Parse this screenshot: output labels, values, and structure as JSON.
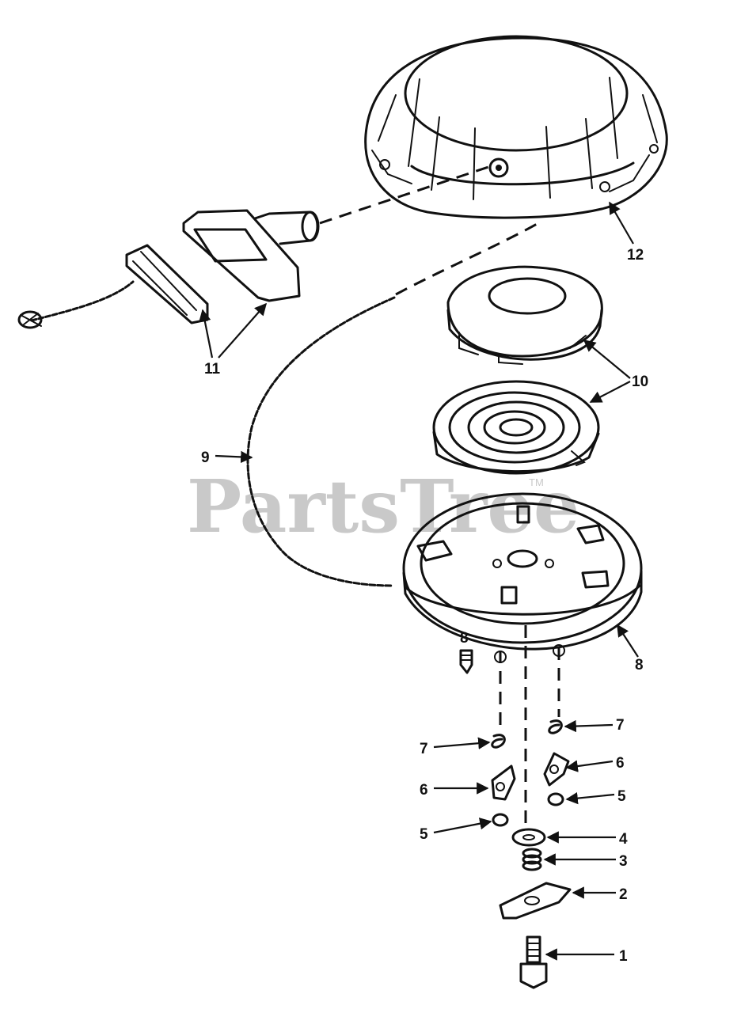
{
  "watermark": {
    "text": "PartsTree",
    "trademark": "TM"
  },
  "callouts": {
    "c1": "1",
    "c2": "2",
    "c3": "3",
    "c4": "4",
    "c5a": "5",
    "c5b": "5",
    "c6a": "6",
    "c6b": "6",
    "c7a": "7",
    "c7b": "7",
    "c8": "8",
    "c8b": "8",
    "c9": "9",
    "c10": "10",
    "c11": "11",
    "c12": "12"
  },
  "colors": {
    "ink": "#111111",
    "watermark": "#c9c9c9",
    "background": "#ffffff"
  }
}
